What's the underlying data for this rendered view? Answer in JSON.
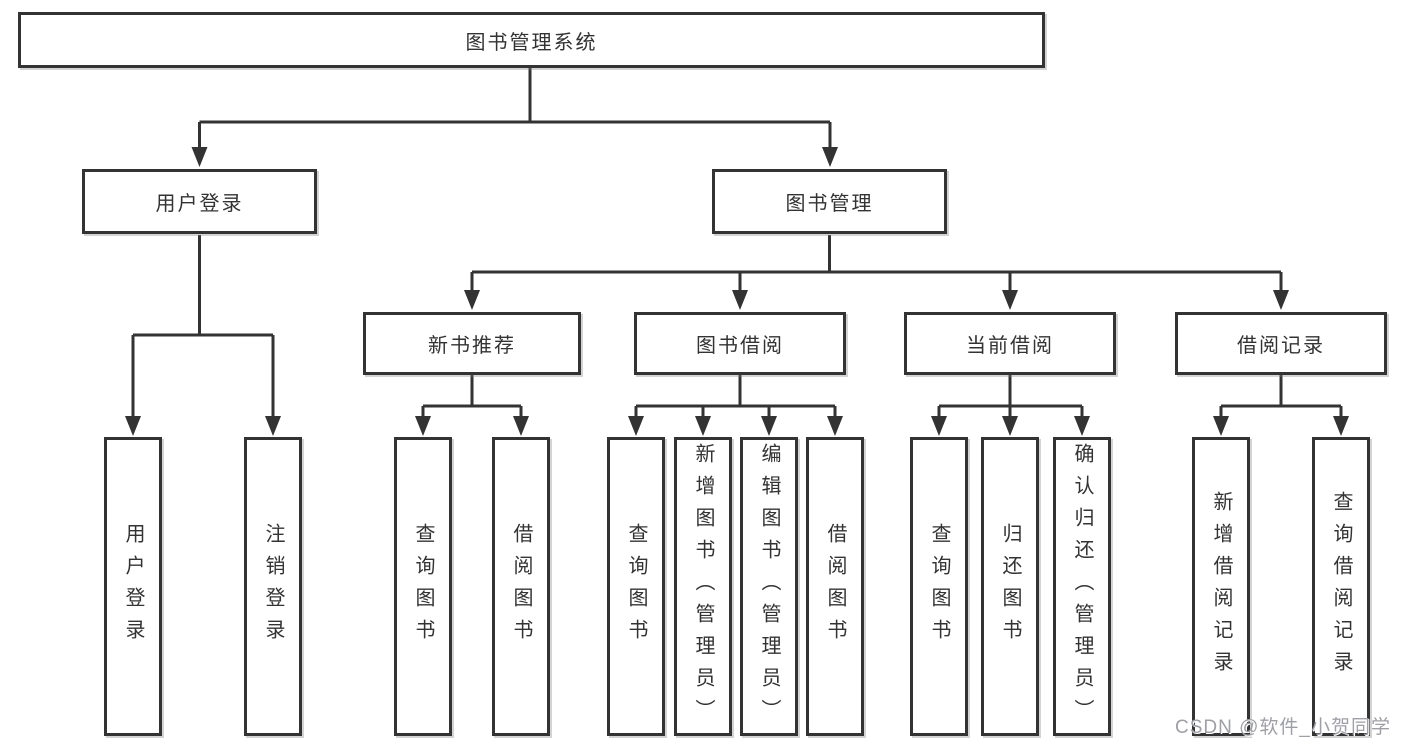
{
  "tree": {
    "root": "图书管理系统",
    "branches": [
      {
        "label": "用户登录",
        "children": [
          "用户登录",
          "注销登录"
        ]
      },
      {
        "label": "图书管理",
        "sections": [
          {
            "label": "新书推荐",
            "children": [
              "查询图书",
              "借阅图书"
            ]
          },
          {
            "label": "图书借阅",
            "children": [
              "查询图书",
              "新增图书（管理员）",
              "编辑图书（管理员）",
              "借阅图书"
            ]
          },
          {
            "label": "当前借阅",
            "children": [
              "查询图书",
              "归还图书",
              "确认归还（管理员）"
            ]
          },
          {
            "label": "借阅记录",
            "children": [
              "新增借阅记录",
              "查询借阅记录"
            ]
          }
        ]
      }
    ]
  },
  "watermark": "CSDN @软件_小贺同学",
  "colors": {
    "line": "#333333",
    "text": "#333333",
    "background": "#ffffff",
    "watermark": "#9fa0a6"
  }
}
